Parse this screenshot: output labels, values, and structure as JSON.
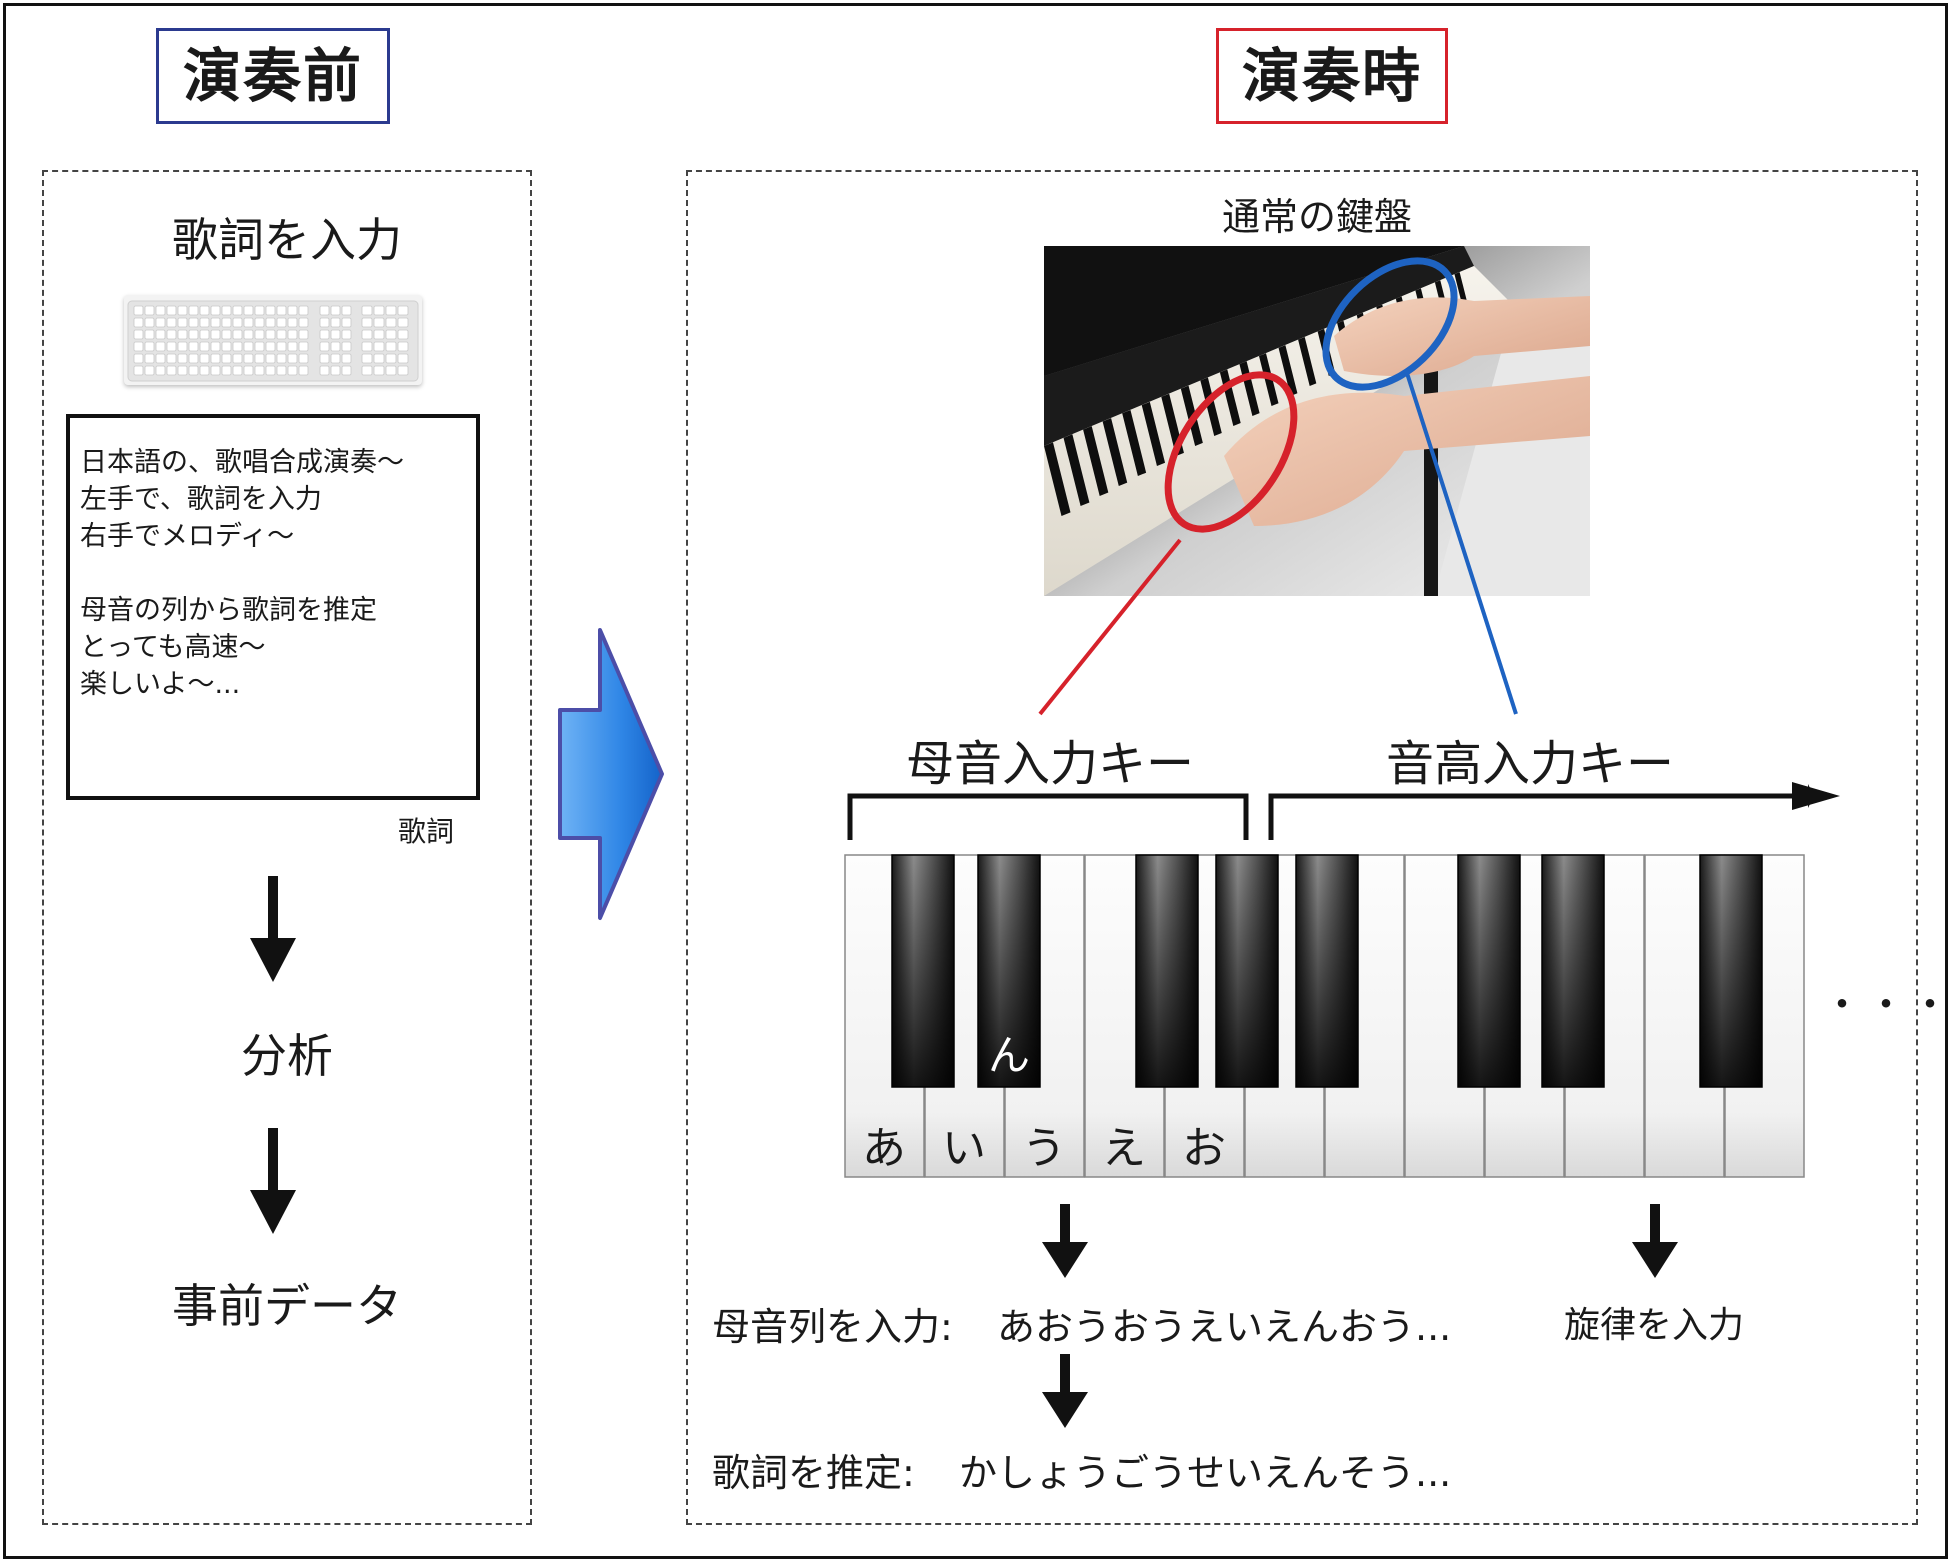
{
  "titles": {
    "before": "演奏前",
    "during": "演奏時"
  },
  "left": {
    "input_lyrics": "歌詞を入力",
    "lyrics_lines": [
      "日本語の、歌唱合成演奏〜",
      "左手で、歌詞を入力",
      "右手でメロディ〜",
      "",
      "母音の列から歌詞を推定",
      "とっても高速〜",
      "楽しいよ〜..."
    ],
    "lyrics_caption": "歌詞",
    "analysis": "分析",
    "prior_data": "事前データ"
  },
  "right": {
    "normal_keyboard": "通常の鍵盤",
    "vowel_keys": "母音入力キー",
    "pitch_keys": "音高入力キー",
    "vowels": [
      "あ",
      "い",
      "う",
      "え",
      "お"
    ],
    "n_key": "ん",
    "ellipsis": "・・・",
    "vowel_input_label": "母音列を入力:",
    "vowel_input_value": "あおうおうえいえんおう...",
    "melody_input": "旋律を入力",
    "lyrics_estimate_label": "歌詞を推定:",
    "lyrics_estimate_value": "かしょうごうせいえんそう..."
  },
  "colors": {
    "before_border": "#2b3a8f",
    "during_border": "#d6222b",
    "red_circle": "#d6222b",
    "blue_circle": "#1e63c2",
    "big_arrow": "#2f86e6"
  }
}
